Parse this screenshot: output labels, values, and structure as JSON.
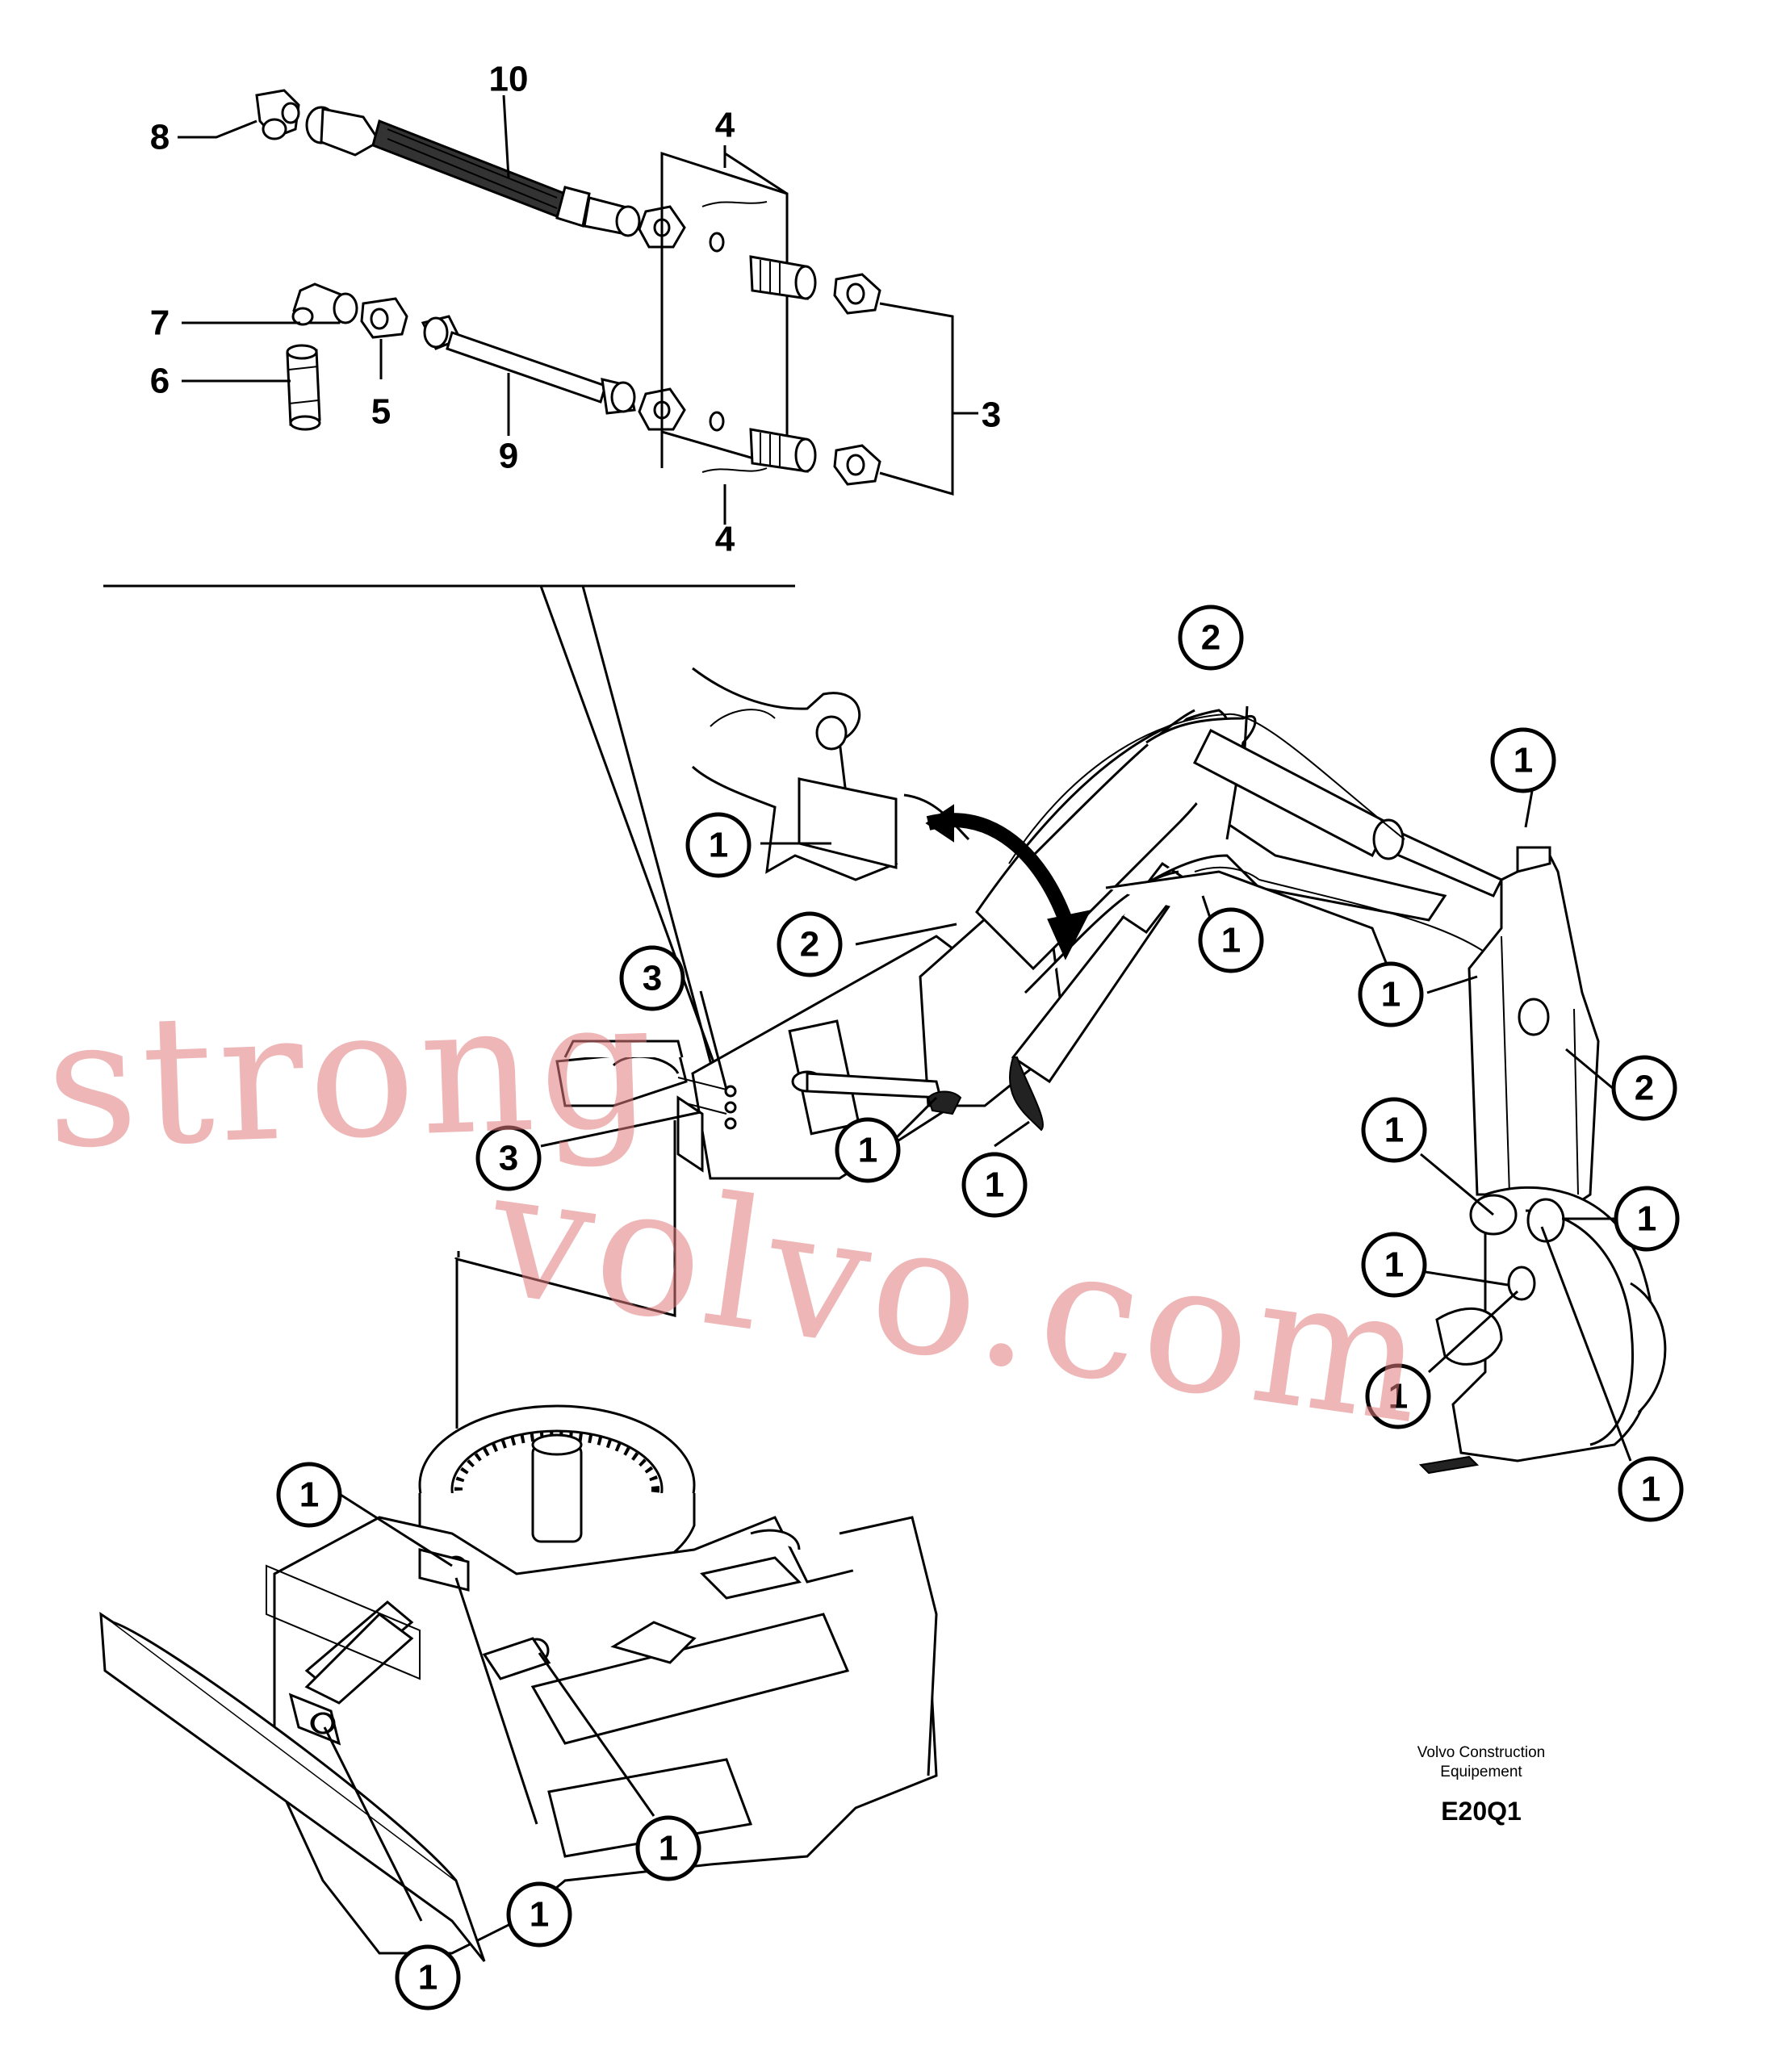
{
  "callouts": {
    "c1": "1",
    "c2": "2",
    "c3": "3",
    "c4": "4",
    "c5": "5",
    "c6": "6",
    "c7": "7",
    "c8": "8",
    "c9": "9",
    "c10": "10"
  },
  "watermark": {
    "line1": "strong",
    "line2": "volvo.com",
    "color": "#e07a7a"
  },
  "reference": {
    "company_line1": "Volvo Construction",
    "company_line2": "Equipement",
    "code": "E20Q1"
  }
}
